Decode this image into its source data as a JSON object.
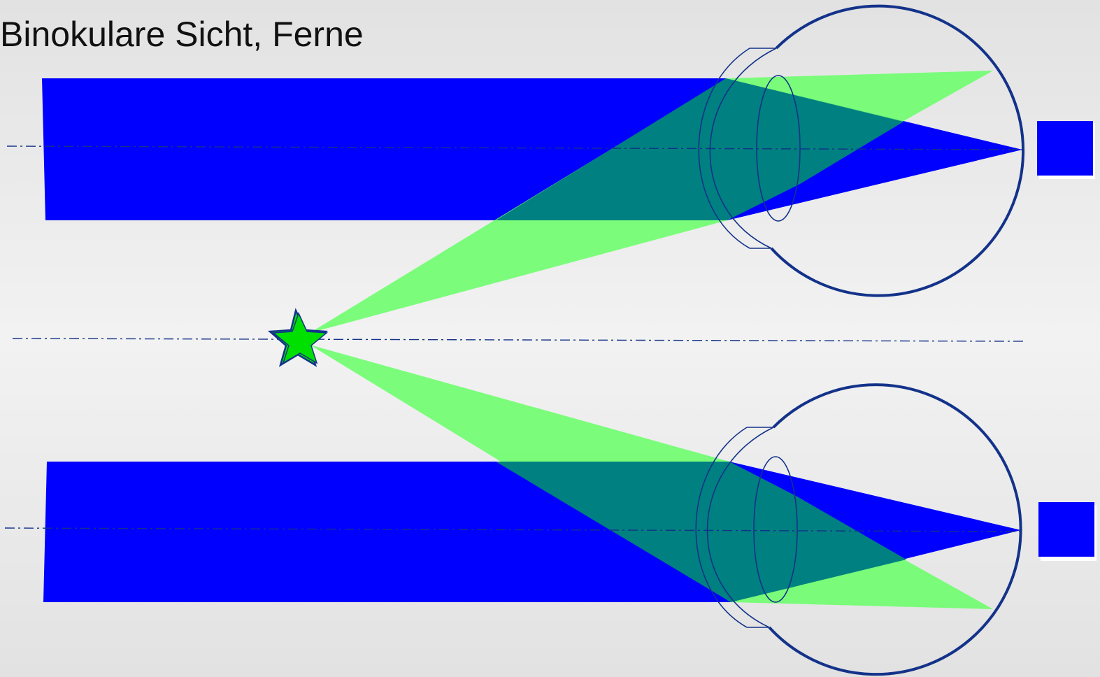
{
  "title": "Binokulare Sicht, Ferne",
  "colors": {
    "background": "#ebebeb",
    "distant_beam": "#0000ff",
    "near_beam": "#66ff66",
    "beam_overlap": "#008080",
    "eye_outline": "#13328a",
    "star_fill": "#00e000",
    "star_outline": "#13328a",
    "retina_marker": "#0000ff"
  },
  "elements": {
    "eyes": [
      "upper-eye",
      "lower-eye"
    ],
    "object": "star-icon",
    "retina_markers": 2,
    "optical_axes": 3
  }
}
